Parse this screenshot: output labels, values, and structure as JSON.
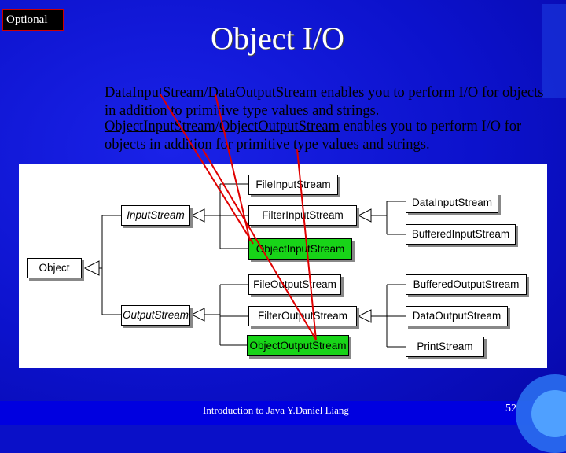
{
  "badge": "Optional",
  "title": "Object I/O",
  "paragraph1": {
    "link_a": "DataInputStream",
    "sep": "/",
    "link_b": "DataOutputStream",
    "rest": " enables you to perform I/O for objects in addition to primitive type values and strings."
  },
  "paragraph2": {
    "link_a": "ObjectInputStream",
    "sep": "/",
    "link_b": "ObjectOutputStream",
    "rest": " enables you to perform I/O for objects in addition for primitive type values and strings."
  },
  "diagram": {
    "object": "Object",
    "input_stream": "InputStream",
    "output_stream": "OutputStream",
    "file_input_stream": "FileInputStream",
    "filter_input_stream": "FilterInputStream",
    "object_input_stream": "ObjectInputStream",
    "file_output_stream": "FileOutputStream",
    "filter_output_stream": "FilterOutputStream",
    "object_output_stream": "ObjectOutputStream",
    "data_input_stream": "DataInputStream",
    "buffered_input_stream": "BufferedInputStream",
    "buffered_output_stream": "BufferedOutputStream",
    "data_output_stream": "DataOutputStream",
    "print_stream": "PrintStream",
    "highlight_color": "#18d418",
    "arrow_color": "#e00000"
  },
  "footer": "Introduction to Java Y.Daniel Liang",
  "page_number": "52"
}
